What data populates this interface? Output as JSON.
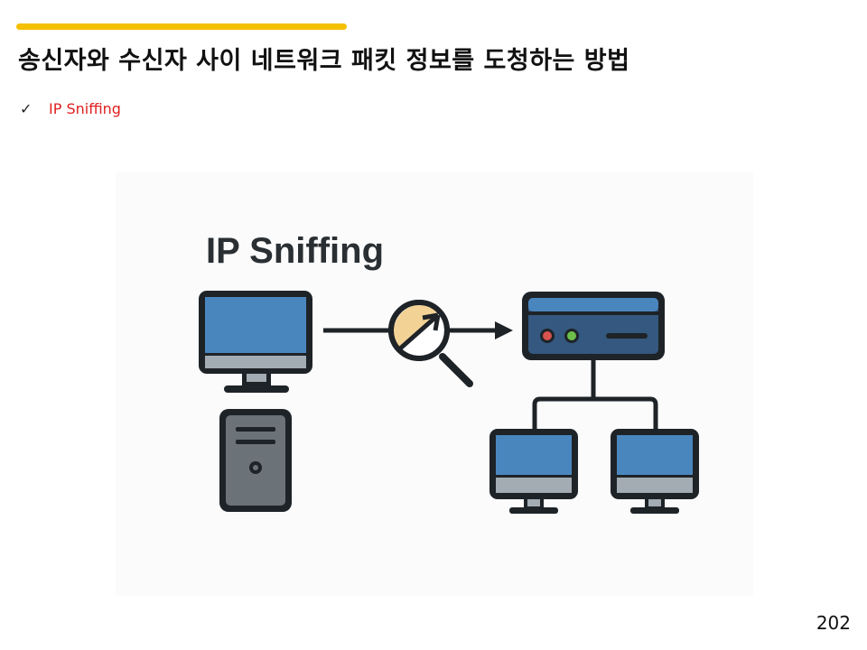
{
  "slide": {
    "title": "송신자와 수신자 사이 네트워크 패킷 정보를 도청하는 방법",
    "bullets": [
      {
        "marker": "✓",
        "text": "IP Sniffing"
      }
    ],
    "page_number": "202",
    "accent_color": "#F5C000",
    "bullet_text_color": "#E02020"
  },
  "figure": {
    "caption": "IP Sniffing",
    "icons": [
      "desktop-computer-icon",
      "pc-tower-icon",
      "magnifying-glass-icon",
      "server-icon",
      "client-monitor-icon",
      "client-monitor-icon"
    ],
    "colors": {
      "screen": "#4A86BE",
      "outline": "#1E2328",
      "server": "#34587F",
      "stand": "#A3ABB3",
      "tower": "#6B7278",
      "lens": "#F3D296"
    }
  }
}
